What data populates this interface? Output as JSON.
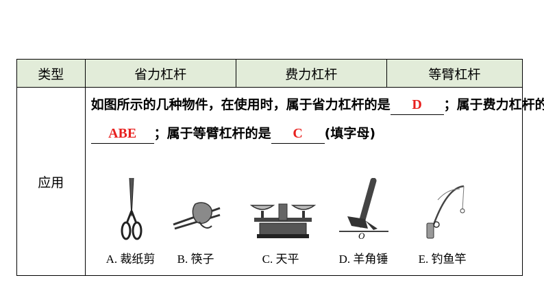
{
  "table": {
    "headers": [
      "类型",
      "省力杠杆",
      "费力杠杆",
      "等臂杠杆"
    ],
    "row_label": "应用"
  },
  "question": {
    "part1": "如图所示的几种物件，在使用时，属于省力杠杆的是",
    "answer1": "D",
    "part2": "；属于费力杠杆的是",
    "answer2": "ABE",
    "part3": "；属于等臂杠杆的是",
    "answer3": "C",
    "part4": "(填字母)",
    "answer_color": "#e8201e"
  },
  "items": [
    {
      "label": "A. 裁纸剪",
      "icon": "scissors-icon"
    },
    {
      "label": "B. 筷子",
      "icon": "chopsticks-icon"
    },
    {
      "label": "C. 天平",
      "icon": "balance-scale-icon"
    },
    {
      "label": "D. 羊角锤",
      "icon": "claw-hammer-icon"
    },
    {
      "label": "E. 钓鱼竿",
      "icon": "fishing-rod-icon"
    }
  ],
  "fulcrum_label": "O"
}
